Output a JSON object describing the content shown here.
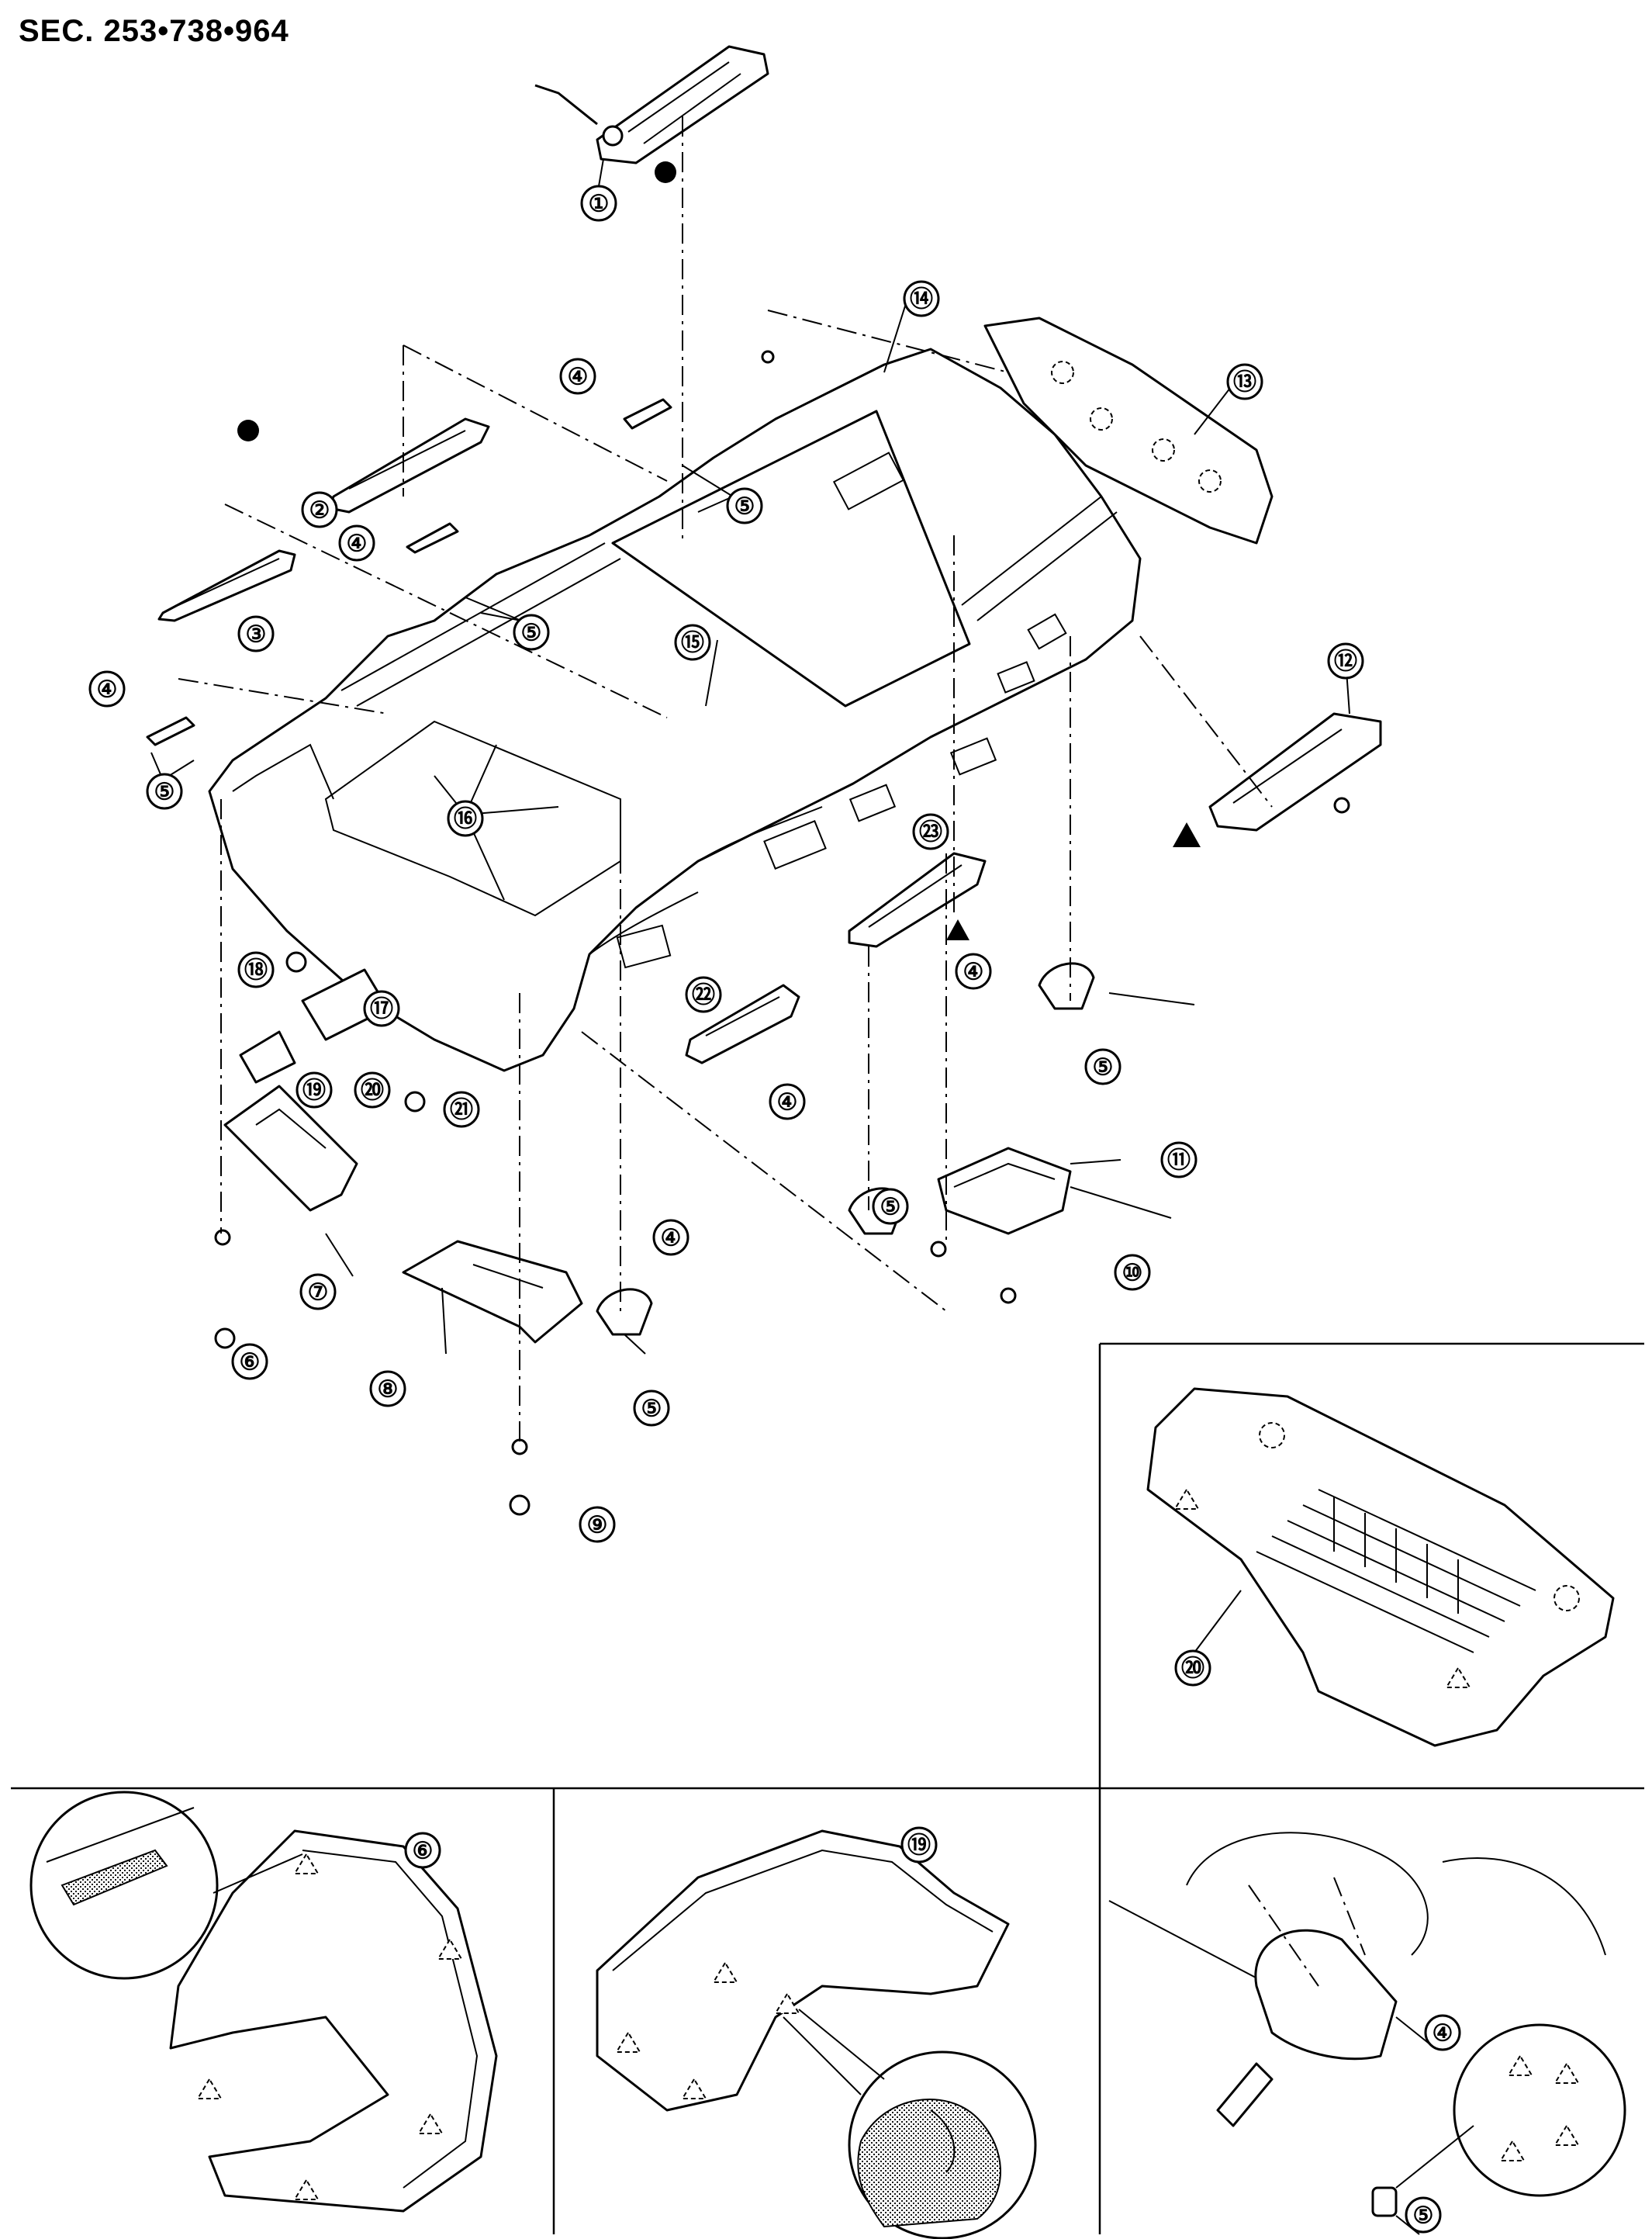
{
  "header": {
    "section_code": "SEC. 253•738•964"
  },
  "callouts": [
    {
      "id": "c1",
      "label": "①"
    },
    {
      "id": "c2",
      "label": "②"
    },
    {
      "id": "c3",
      "label": "③"
    },
    {
      "id": "c4a",
      "label": "④"
    },
    {
      "id": "c4b",
      "label": "④"
    },
    {
      "id": "c4c",
      "label": "④"
    },
    {
      "id": "c4d",
      "label": "④"
    },
    {
      "id": "c4e",
      "label": "④"
    },
    {
      "id": "c4f",
      "label": "④"
    },
    {
      "id": "c4g",
      "label": "④"
    },
    {
      "id": "c5a",
      "label": "⑤"
    },
    {
      "id": "c5b",
      "label": "⑤"
    },
    {
      "id": "c5c",
      "label": "⑤"
    },
    {
      "id": "c5d",
      "label": "⑤"
    },
    {
      "id": "c5e",
      "label": "⑤"
    },
    {
      "id": "c5f",
      "label": "⑤"
    },
    {
      "id": "c5g",
      "label": "⑤"
    },
    {
      "id": "c6a",
      "label": "⑥"
    },
    {
      "id": "c6b",
      "label": "⑥"
    },
    {
      "id": "c7",
      "label": "⑦"
    },
    {
      "id": "c8",
      "label": "⑧"
    },
    {
      "id": "c9",
      "label": "⑨"
    },
    {
      "id": "c10",
      "label": "⑩"
    },
    {
      "id": "c11",
      "label": "⑪"
    },
    {
      "id": "c12",
      "label": "⑫"
    },
    {
      "id": "c13",
      "label": "⑬"
    },
    {
      "id": "c14",
      "label": "⑭"
    },
    {
      "id": "c15",
      "label": "⑮"
    },
    {
      "id": "c16",
      "label": "⑯"
    },
    {
      "id": "c17",
      "label": "⑰"
    },
    {
      "id": "c18",
      "label": "⑱"
    },
    {
      "id": "c19a",
      "label": "⑲"
    },
    {
      "id": "c19b",
      "label": "⑲"
    },
    {
      "id": "c20a",
      "label": "⑳"
    },
    {
      "id": "c20b",
      "label": "⑳"
    },
    {
      "id": "c21",
      "label": "㉑"
    },
    {
      "id": "c22",
      "label": "㉒"
    },
    {
      "id": "c23",
      "label": "㉓"
    }
  ],
  "symbols": {
    "filled_circle": "filled-circle-marker",
    "filled_triangle": "filled-triangle-marker"
  }
}
